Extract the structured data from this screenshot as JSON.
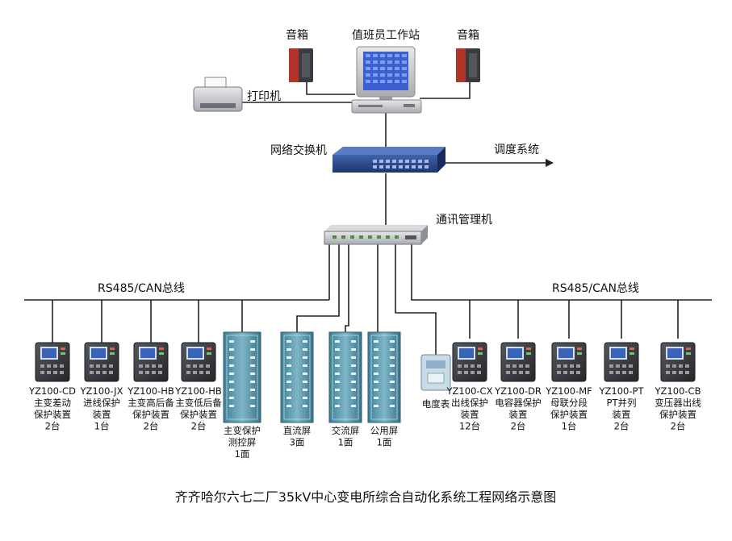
{
  "caption": "齐齐哈尔六七二厂35kV中心变电所综合自动化系统工程网络示意图",
  "top": {
    "speaker_left": "音箱",
    "workstation": "值班员工作站",
    "speaker_right": "音箱",
    "printer": "打印机",
    "switch": "网络交换机",
    "dispatch": "调度系统",
    "comm_manager": "通讯管理机"
  },
  "bus_left": "RS485/CAN总线",
  "bus_right": "RS485/CAN总线",
  "devices": [
    {
      "lines": [
        "YZ100-CD",
        "主变差动",
        "保护装置",
        "2台"
      ]
    },
    {
      "lines": [
        "YZ100-JX",
        "进线保护",
        "装置",
        "1台"
      ]
    },
    {
      "lines": [
        "YZ100-HB",
        "主变高后备",
        "保护装置",
        "2台"
      ]
    },
    {
      "lines": [
        "YZ100-HB",
        "主变低后备",
        "保护装置",
        "2台"
      ]
    },
    {
      "lines": [
        "主变保护",
        "测控屏",
        "1面"
      ]
    },
    {
      "lines": [
        "直流屏",
        "3面"
      ]
    },
    {
      "lines": [
        "交流屏",
        "1面"
      ]
    },
    {
      "lines": [
        "公用屏",
        "1面"
      ]
    },
    {
      "lines": [
        "电度表"
      ]
    },
    {
      "lines": [
        "YZ100-CX",
        "出线保护",
        "装置",
        "12台"
      ]
    },
    {
      "lines": [
        "YZ100-DR",
        "电容器保护",
        "装置",
        "2台"
      ]
    },
    {
      "lines": [
        "YZ100-MF",
        "母联分段",
        "保护装置",
        "1台"
      ]
    },
    {
      "lines": [
        "YZ100-PT",
        "PT并列",
        "装置",
        "2台"
      ]
    },
    {
      "lines": [
        "YZ100-CB",
        "变压器出线",
        "保护装置",
        "2台"
      ]
    }
  ],
  "colors": {
    "wire": "#222222",
    "switch_blue": "#2c4a8c",
    "cabinet_blue": "#5f9bb0",
    "relay_dark": "#2f3034",
    "speaker_red": "#b0342a",
    "monitor_screen": "#3a5fd0"
  }
}
